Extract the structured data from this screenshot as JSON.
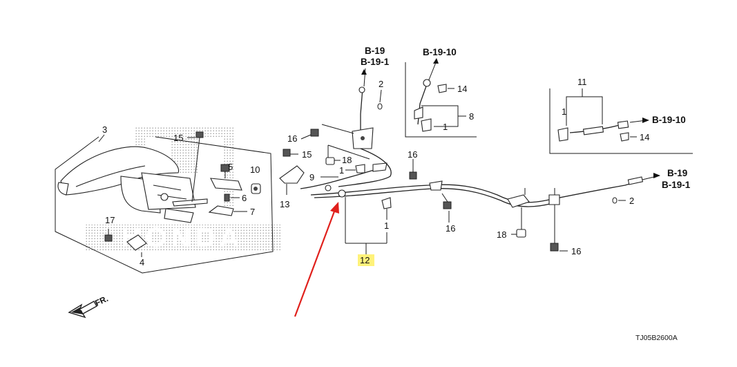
{
  "diagram": {
    "code": "TJ05B2600A",
    "front_marker": "FR.",
    "callouts": {
      "c1": "1",
      "c2": "2",
      "c3": "3",
      "c4": "4",
      "c5": "5",
      "c6": "6",
      "c7": "7",
      "c8": "8",
      "c9": "9",
      "c10": "10",
      "c11": "11",
      "c12": "12",
      "c13": "13",
      "c14": "14",
      "c15": "15",
      "c16": "16",
      "c17": "17",
      "c18": "18"
    },
    "refs": {
      "b19": "B-19",
      "b191": "B-19-1",
      "b1910": "B-19-10"
    },
    "watermark": "HONDA",
    "colors": {
      "highlight": "#fff27a",
      "arrow": "#e0201c",
      "line": "#1a1a1a"
    }
  }
}
